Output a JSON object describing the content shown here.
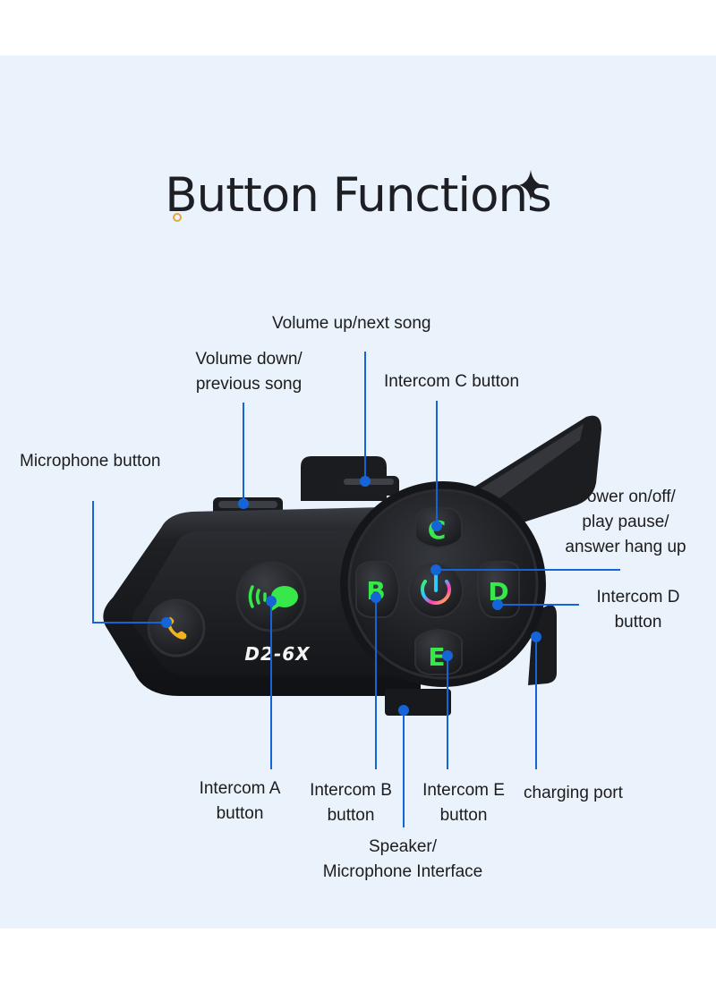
{
  "title": "Button Functions",
  "colors": {
    "background": "#eaf2fb",
    "callout_line": "#1565d8",
    "button_glyph": "#37e84a",
    "device_body": "#1a1c20"
  },
  "device": {
    "model": "D2-6X",
    "buttons": {
      "c": "C",
      "b": "B",
      "d": "D",
      "e": "E"
    },
    "icons": {
      "phone": "phone-icon",
      "intercom_a": "intercom-icon",
      "power": "power-icon"
    }
  },
  "callouts": {
    "volume_up": "Volume up/next song",
    "volume_down": [
      "Volume down/",
      "previous song"
    ],
    "intercom_c": "Intercom C button",
    "microphone": "Microphone button",
    "power": [
      "Power on/off/",
      "play pause/",
      "answer hang up"
    ],
    "intercom_d": [
      "Intercom D",
      "button"
    ],
    "intercom_a": [
      "Intercom A",
      "button"
    ],
    "intercom_b": [
      "Intercom B",
      "button"
    ],
    "intercom_e": [
      "Intercom E",
      "button"
    ],
    "charging": "charging port",
    "speaker": [
      "Speaker/",
      "Microphone Interface"
    ]
  }
}
